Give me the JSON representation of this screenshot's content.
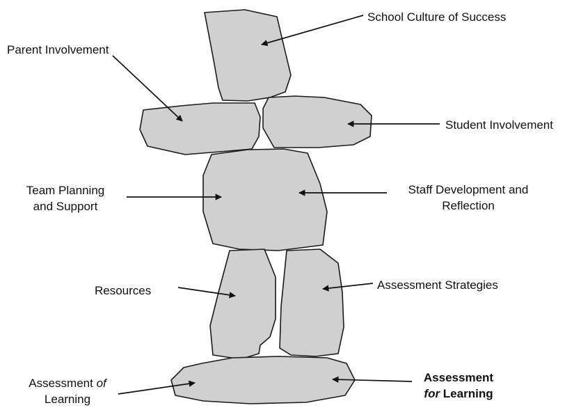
{
  "colors": {
    "stone_fill": "#d0d0d0",
    "stone_stroke": "#1a1a1a",
    "arrow": "#111111",
    "text": "#111111"
  },
  "stones": [
    {
      "name": "top-stone"
    },
    {
      "name": "left-arm-stone"
    },
    {
      "name": "right-arm-stone"
    },
    {
      "name": "torso-stone"
    },
    {
      "name": "left-leg-stone"
    },
    {
      "name": "right-leg-stone"
    },
    {
      "name": "base-stone"
    }
  ],
  "labels": {
    "school_culture": "School Culture of Success",
    "parent_involvement": "Parent Involvement",
    "student_involvement": "Student Involvement",
    "team_planning_1": "Team Planning",
    "team_planning_2": "and Support",
    "staff_development_1": "Staff Development and",
    "staff_development_2": "Reflection",
    "resources": "Resources",
    "assessment_strategies": "Assessment Strategies",
    "assessment_of_1": "Assessment ",
    "assessment_of_2": "of",
    "assessment_of_3": "Learning",
    "assessment_for_1": "Assessment",
    "assessment_for_2": "for",
    "assessment_for_3": " Learning"
  }
}
